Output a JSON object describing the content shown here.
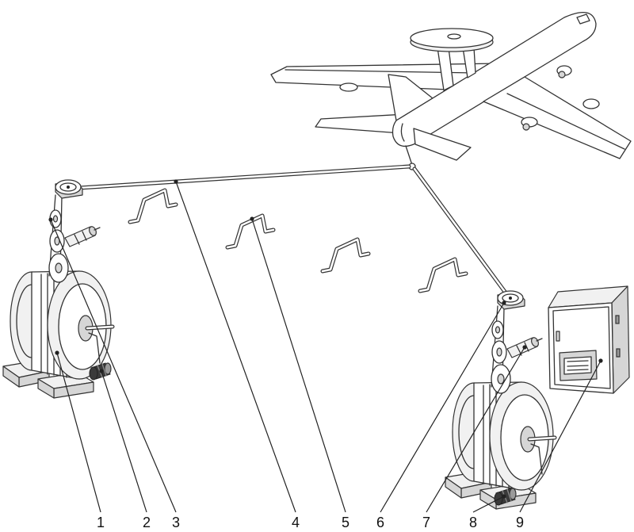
{
  "callouts": [
    {
      "label": "1"
    },
    {
      "label": "2"
    },
    {
      "label": "3"
    },
    {
      "label": "4"
    },
    {
      "label": "5"
    },
    {
      "label": "6"
    },
    {
      "label": "7"
    },
    {
      "label": "8"
    },
    {
      "label": "9"
    }
  ],
  "colors": {
    "line": "#333333",
    "background": "#ffffff"
  }
}
